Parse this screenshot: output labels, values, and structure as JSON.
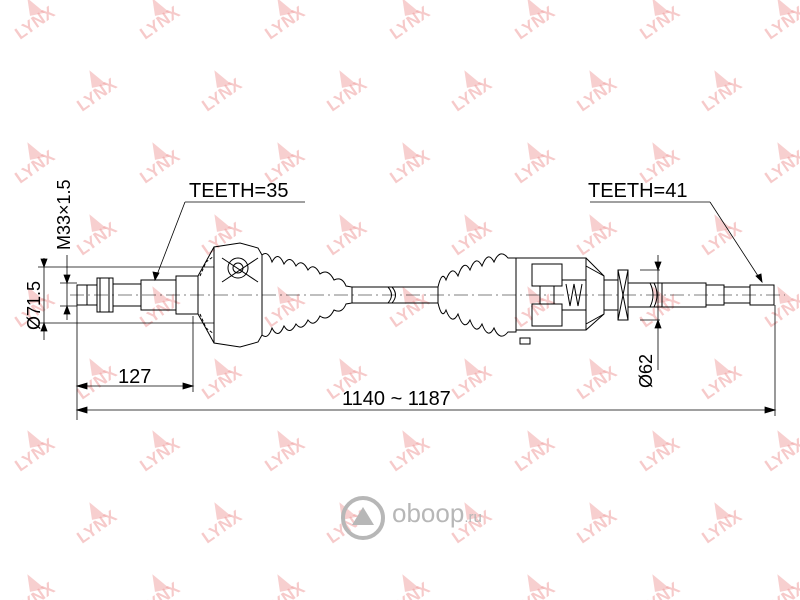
{
  "watermark": {
    "text": "LYNX",
    "color": "#f0a0a0"
  },
  "labels": {
    "teeth_left": "TEETH=35",
    "teeth_right": "TEETH=41",
    "thread": "M33×1.5",
    "diameter_left": "Ø71.5",
    "diameter_right": "Ø62",
    "length_left": "127",
    "length_total": "1140 ~ 1187"
  },
  "logo": {
    "name": "avtoprofi-logo",
    "text": "oboop",
    "suffix": ".ru",
    "color": "#b7b7b7"
  }
}
